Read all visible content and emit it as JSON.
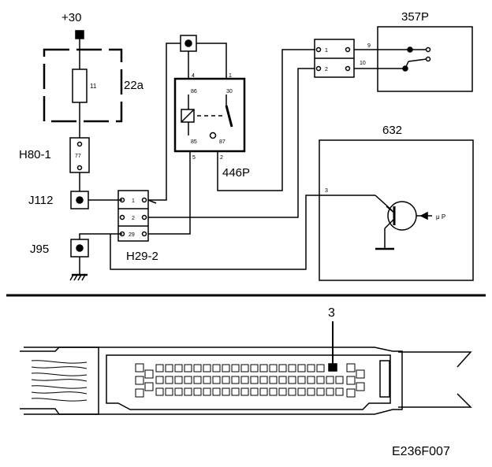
{
  "figure_id": "E236F007",
  "supply": {
    "label": "+30"
  },
  "fuse": {
    "box": "22a",
    "value": "11"
  },
  "connector_h80": {
    "label": "H80-1",
    "pin": "77"
  },
  "j112": {
    "label": "J112"
  },
  "j95": {
    "label": "J95"
  },
  "connector_h29": {
    "label": "H29-2",
    "pins": [
      "1",
      "2",
      "29"
    ]
  },
  "relay_446p": {
    "label": "446P",
    "wire_pins": [
      "4",
      "1",
      "5",
      "2"
    ],
    "terminals": [
      "86",
      "30",
      "85",
      "87"
    ]
  },
  "switch_357p": {
    "label": "357P",
    "connector_pins": [
      "1",
      "2"
    ],
    "wire_pins": [
      "9",
      "10"
    ]
  },
  "ecu_632": {
    "label": "632",
    "pin": "3",
    "transistor_label": "μ P"
  },
  "plug_callout": {
    "label": "3"
  }
}
